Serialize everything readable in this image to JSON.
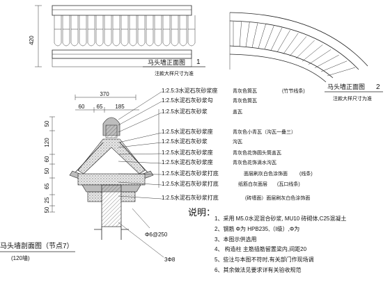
{
  "front_elevation": {
    "title": "马头墙正面图",
    "number": "1",
    "subtitle": "注款大样尺寸为准",
    "dim_height": "420"
  },
  "arc_elevation": {
    "title": "马头墙正面图",
    "number": "2",
    "subtitle": "注款大样尺寸为准"
  },
  "section": {
    "title": "马头墙剖面图（节点7）",
    "subtitle": "(120墙)",
    "dims_top": [
      "370",
      "60",
      "65",
      "185"
    ],
    "dims_left": [
      "50",
      "120",
      "60",
      "50",
      "65",
      "25",
      "50"
    ],
    "rebar_note": "Φ6@250",
    "rebar_note2": "3Φ8"
  },
  "layers": [
    {
      "main": "1:2.5:3水泥石灰砂浆座",
      "sub": "青灰色筒瓦",
      "tail": "(竹节线条)"
    },
    {
      "main": "1:2.5水泥石灰砂浆勾",
      "sub": "青灰色筒瓦",
      "tail": ""
    },
    {
      "main": "1:2.5水泥石灰砂浆",
      "sub": "盖瓦",
      "tail": ""
    },
    {
      "main": "1:2.5水泥石灰砂浆座",
      "sub": "青灰色小青瓦（沟瓦一叠三）",
      "tail": ""
    },
    {
      "main": "1:2.5水泥石灰砂浆",
      "sub": "沟瓦",
      "tail": ""
    },
    {
      "main": "1:2.5水泥石灰砂浆座",
      "sub": "青灰色花饰圆头筒盖瓦",
      "tail": ""
    },
    {
      "main": "1:2.5水泥石灰砂浆座",
      "sub": "青灰色花饰滴水沟瓦",
      "tail": ""
    },
    {
      "main": "1:2.5水泥石灰砂浆打底",
      "sub": "面层刷灰白色涂饰面",
      "tail": "(线条)"
    },
    {
      "main": "1:2.5水泥石灰砂浆打底",
      "sub": "纸筋白灰面层",
      "tail": "(瓦口线条)"
    },
    {
      "main": "1:2.5水泥石灰砂浆打底",
      "sub": "(砖墙面）面层刷灰白色涂饰面",
      "tail": ""
    }
  ],
  "notes": {
    "title": "说明：",
    "items": [
      "1、采用  M5.0水泥混合砂浆,    MU10  砖砌体,C25混凝土",
      "2、钢筋  Φ为 HPB235,（Ⅰ级）,Φ为",
      "3、本图示供选用",
      "4、    构造柱    主筋插筋留置梁内,间距20",
      "5、些注与本图不符时,有关部门作现场调",
      "6、其余做法见要求详有关验收规范"
    ]
  }
}
